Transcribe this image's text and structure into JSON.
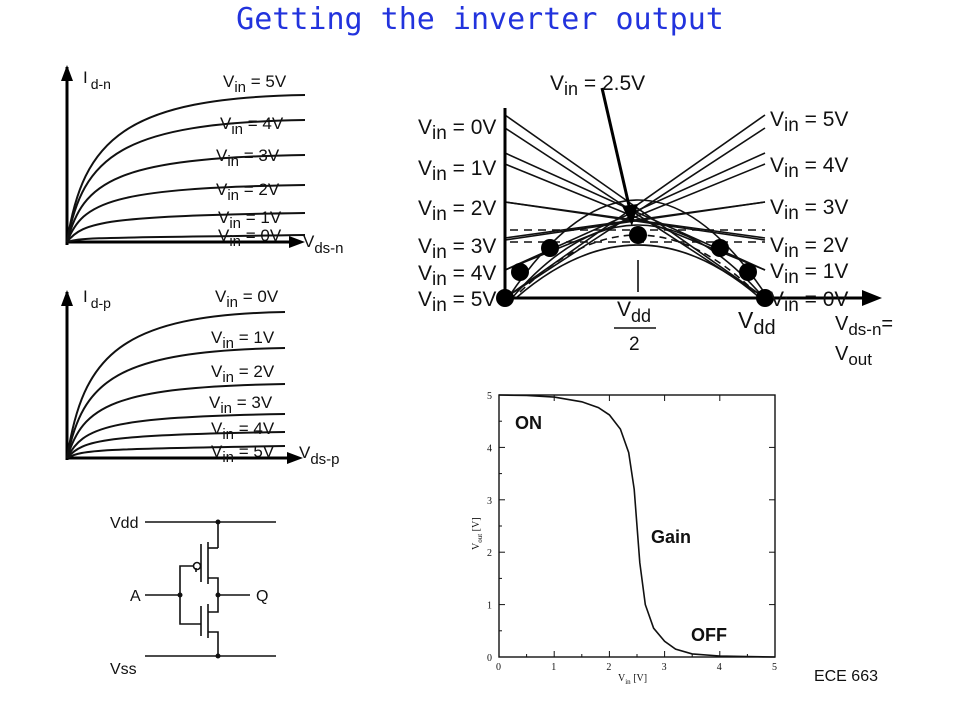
{
  "title": "Getting the inverter output",
  "nmos_panel": {
    "y_axis": {
      "main": "I",
      "sub": "d-n"
    },
    "x_axis": {
      "main": "V",
      "sub": "ds-n"
    },
    "curves": [
      {
        "pre": "V",
        "sub": "in",
        "post": " = 5V"
      },
      {
        "pre": "V",
        "sub": "in",
        "post": " = 4V"
      },
      {
        "pre": "V",
        "sub": "in",
        "post": " = 3V"
      },
      {
        "pre": "V",
        "sub": "in",
        "post": " = 2V"
      },
      {
        "pre": "V",
        "sub": "in",
        "post": " = 1V"
      },
      {
        "pre": "V",
        "sub": "in",
        "post": " = 0V"
      }
    ]
  },
  "pmos_panel": {
    "y_axis": {
      "main": "I",
      "sub": "d-p"
    },
    "x_axis": {
      "main": "V",
      "sub": "ds-p"
    },
    "curves": [
      {
        "pre": "V",
        "sub": "in",
        "post": " = 0V"
      },
      {
        "pre": "V",
        "sub": "in",
        "post": " = 1V"
      },
      {
        "pre": "V",
        "sub": "in",
        "post": " = 2V"
      },
      {
        "pre": "V",
        "sub": "in",
        "post": " = 3V"
      },
      {
        "pre": "V",
        "sub": "in",
        "post": " = 4V"
      },
      {
        "pre": "V",
        "sub": "in",
        "post": " = 5V"
      }
    ]
  },
  "load_line": {
    "top": {
      "pre": "V",
      "sub": "in",
      "post": " = 2.5V"
    },
    "left": [
      {
        "pre": "V",
        "sub": "in",
        "post": " = 0V"
      },
      {
        "pre": "V",
        "sub": "in",
        "post": " = 1V"
      },
      {
        "pre": "V",
        "sub": "in",
        "post": " = 2V"
      },
      {
        "pre": "V",
        "sub": "in",
        "post": " = 3V"
      },
      {
        "pre": "V",
        "sub": "in",
        "post": " = 4V"
      },
      {
        "pre": "V",
        "sub": "in",
        "post": " = 5V"
      }
    ],
    "right": [
      {
        "pre": "V",
        "sub": "in",
        "post": " = 5V"
      },
      {
        "pre": "V",
        "sub": "in",
        "post": " = 4V"
      },
      {
        "pre": "V",
        "sub": "in",
        "post": " = 3V"
      },
      {
        "pre": "V",
        "sub": "in",
        "post": " = 2V"
      },
      {
        "pre": "V",
        "sub": "in",
        "post": " = 1V"
      },
      {
        "pre": "V",
        "sub": "in",
        "post": " = 0V"
      }
    ],
    "half_vdd": {
      "main": "V",
      "sub": "dd",
      "den": "2"
    },
    "vdd": {
      "main": "V",
      "sub": "dd"
    },
    "x_axis": {
      "l1_main": "V",
      "l1_sub": "ds-n",
      "l1_post": "=",
      "l2_main": "V",
      "l2_sub": "out"
    }
  },
  "schematic": {
    "vdd": "Vdd",
    "vss": "Vss",
    "input": "A",
    "output": "Q"
  },
  "vtc_chart": {
    "label_on": "ON",
    "label_gain": "Gain",
    "label_off": "OFF",
    "label_color": "#dd1111",
    "x_ticks": [
      "0",
      "1",
      "2",
      "3",
      "4",
      "5"
    ],
    "y_ticks": [
      "0",
      "1",
      "2",
      "3",
      "4",
      "5"
    ],
    "xlabel": {
      "main": "V",
      "sub": "in",
      "post": " [V]"
    },
    "ylabel": {
      "main": "V",
      "sub": "out",
      "post": " [V]"
    }
  },
  "chart_data": {
    "type": "line",
    "xlim": [
      0,
      5
    ],
    "ylim": [
      0,
      5
    ],
    "series": [
      {
        "x": [
          0,
          0.5,
          1.0,
          1.5,
          1.8,
          2.0,
          2.2,
          2.35,
          2.45,
          2.5,
          2.55,
          2.65,
          2.8,
          3.0,
          3.2,
          3.5,
          4.0,
          4.5,
          5.0
        ],
        "y": [
          5,
          4.99,
          4.96,
          4.87,
          4.76,
          4.62,
          4.35,
          3.9,
          3.2,
          2.5,
          1.8,
          1.0,
          0.55,
          0.3,
          0.15,
          0.06,
          0.02,
          0.01,
          0.0
        ]
      }
    ]
  },
  "footer": "ECE 663"
}
